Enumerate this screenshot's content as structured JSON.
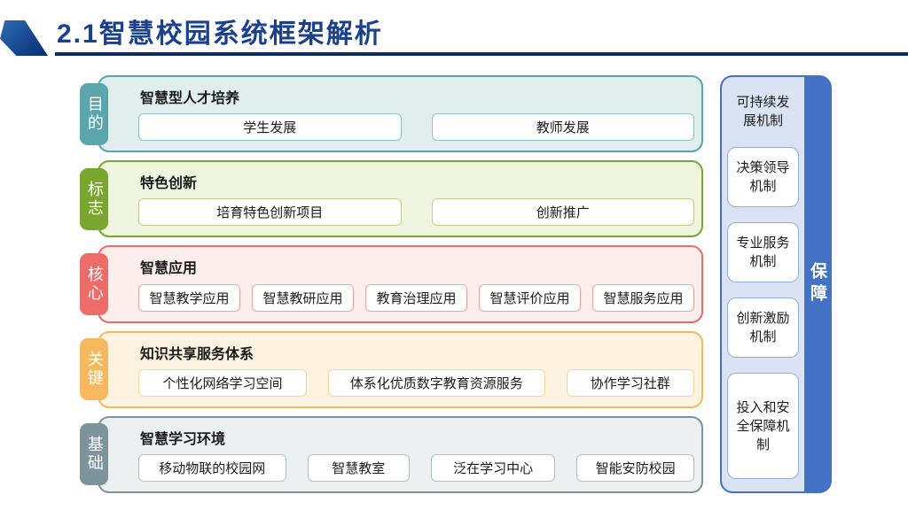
{
  "header": {
    "title": "2.1智慧校园系统框架解析"
  },
  "rows": [
    {
      "tab": "目的",
      "heading": "智慧型人才培养",
      "items": [
        "学生发展",
        "教师发展"
      ],
      "accent": "#5aa6ac",
      "fill": "#e0efee"
    },
    {
      "tab": "标志",
      "heading": "特色创新",
      "items": [
        "培育特色创新项目",
        "创新推广"
      ],
      "accent": "#79a62f",
      "fill": "#f0f5e0"
    },
    {
      "tab": "核心",
      "heading": "智慧应用",
      "items": [
        "智慧教学应用",
        "智慧教研应用",
        "教育治理应用",
        "智慧评价应用",
        "智慧服务应用"
      ],
      "accent": "#ee6c67",
      "fill": "#fceeec"
    },
    {
      "tab": "关键",
      "heading": "知识共享服务体系",
      "items": [
        "个性化网络学习空间",
        "体系化优质数字教育资源服务",
        "协作学习社群"
      ],
      "accent": "#f6b95f",
      "fill": "#fdf3e0"
    },
    {
      "tab": "基础",
      "heading": "智慧学习环境",
      "items": [
        "移动物联的校园网",
        "智慧教室",
        "泛在学习中心",
        "智能安防校园"
      ],
      "accent": "#7d949d",
      "fill": "#edf0f0"
    }
  ],
  "right_panel": {
    "top_label": "可持续发展机制",
    "boxes": [
      "决策领导机制",
      "专业服务机制",
      "创新激励机制",
      "投入和安全保障机制"
    ],
    "bar_label": "保障",
    "accent": "#4472c4",
    "fill": "#dae3f4"
  },
  "colors": {
    "title_text": "#1a418c",
    "title_rule": "#0a2a66",
    "flag_gradient_start": "#2e6cb5",
    "flag_gradient_end": "#0a2e6b"
  }
}
